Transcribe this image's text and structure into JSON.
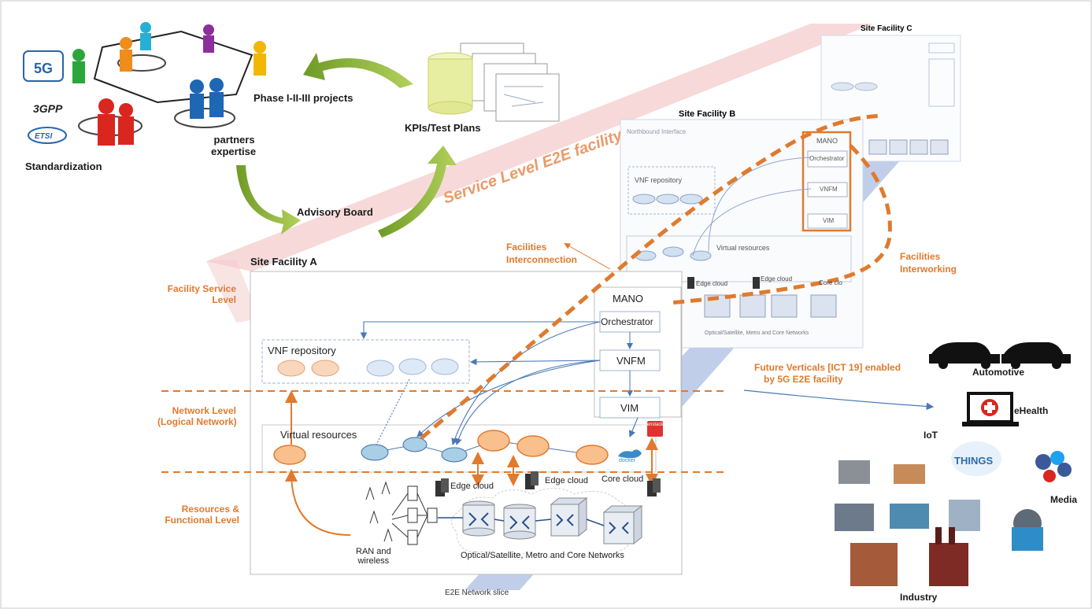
{
  "top": {
    "standardization": "Standardization",
    "logo_5g": "5G",
    "logo_3gpp": "3GPP",
    "logo_etsi": "ETSI",
    "phase_projects": "Phase I-II-III projects",
    "partners_expertise_line1": "partners",
    "partners_expertise_line2": "expertise",
    "kpis_test_plans": "KPIs/Test Plans",
    "advisory_board": "Advisory Board",
    "service_level_band": "Service Level E2E facility"
  },
  "levels": {
    "facility_service_1": "Facility Service",
    "facility_service_2": "Level",
    "network_1": "Network Level",
    "network_2": "(Logical Network)",
    "resources_1": "Resources &",
    "resources_2": "Functional Level"
  },
  "site_a": {
    "title": "Site Facility A",
    "mano": "MANO",
    "orchestrator": "Orchestrator",
    "vnfm": "VNFM",
    "vim": "VIM",
    "vnf_repository": "VNF repository",
    "virtual_resources": "Virtual resources",
    "edge_cloud_1": "Edge cloud",
    "edge_cloud_2": "Edge cloud",
    "core_cloud": "Core cloud",
    "ran_line1": "RAN and",
    "ran_line2": "wireless",
    "networks": "Optical/Satellite, Metro and Core Networks",
    "docker": "docker",
    "openstack": "openstack"
  },
  "site_b": {
    "title": "Site Facility B",
    "northbound": "Northbound Interface",
    "mano": "MANO",
    "orchestrator": "Orchestrator",
    "vnfm": "VNFM",
    "vim": "VIM",
    "vnf_repository": "VNF repository",
    "virtual_resources": "Virtual resources",
    "edge_cloud_1": "Edge cloud",
    "edge_cloud_2": "Edge cloud",
    "core_cloud": "Core clo",
    "networks": "Optical/Satellite, Metro and Core Networks"
  },
  "site_c": {
    "title": "Site Facility C"
  },
  "annotations": {
    "facilities_interconnection_1": "Facilities",
    "facilities_interconnection_2": "Interconnection",
    "facilities_interworking_1": "Facilities",
    "facilities_interworking_2": "Interworking",
    "future_verticals_1": "Future Verticals [ICT 19] enabled",
    "future_verticals_2": "by 5G E2E facility",
    "e2e_slice": "E2E Network slice"
  },
  "verticals": {
    "automotive": "Automotive",
    "ehealth": "eHealth",
    "iot": "IoT",
    "iot_cloud_word": "THINGS",
    "media": "Media",
    "industry": "Industry"
  },
  "colors": {
    "orange": "#e07a2e",
    "blue_line": "#4a78b5",
    "green_arrow": "#8db33a",
    "pink_band": "#f3c9c9",
    "slice_blue": "#8ea5d8"
  }
}
